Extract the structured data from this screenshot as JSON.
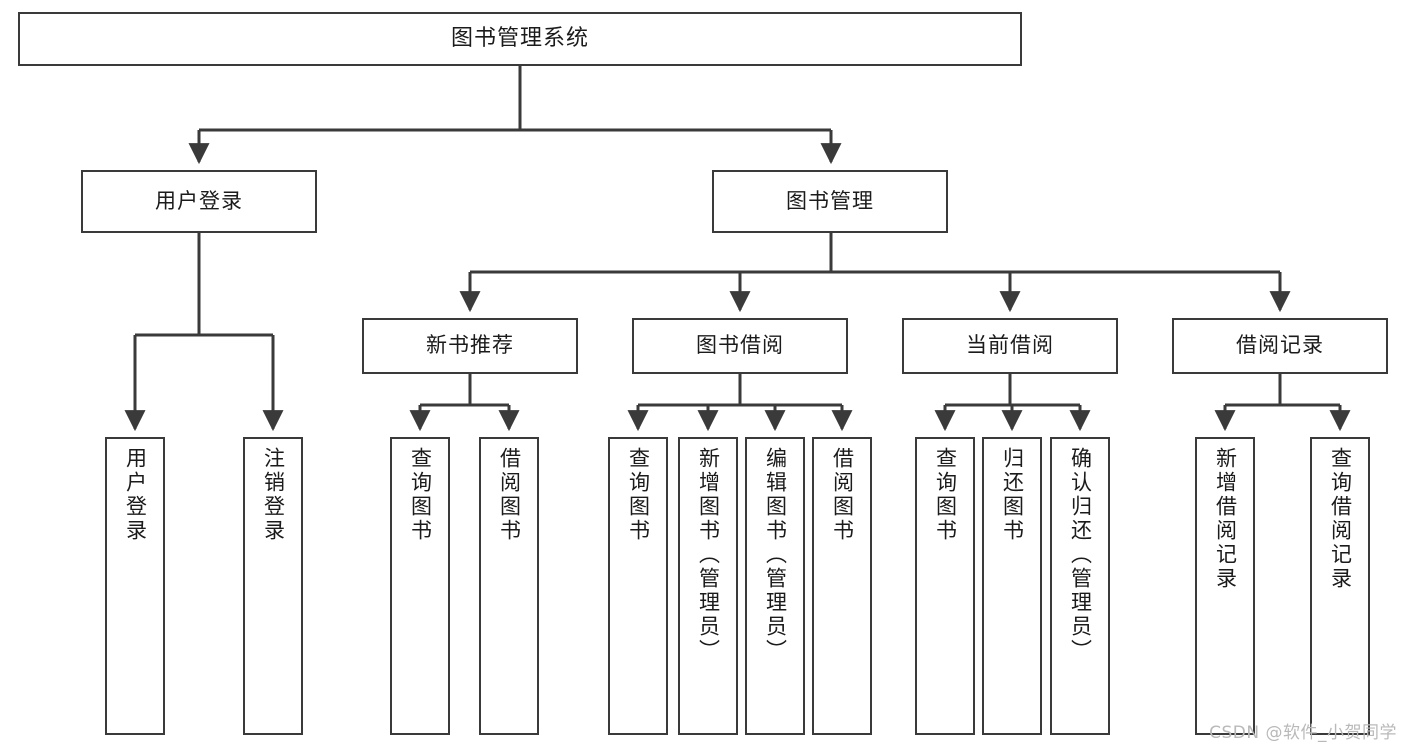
{
  "diagram": {
    "title": "图书管理系统",
    "type": "hierarchy-tree",
    "watermark": "CSDN @软件_小贺同学",
    "colors": {
      "background": "#ffffff",
      "box_border": "#3a3a3a",
      "box_fill": "#ffffff",
      "edge": "#3a3a3a",
      "text": "#1b1b1b",
      "watermark": "#b9b9b9"
    },
    "levels": {
      "root": {
        "label": "图书管理系统"
      },
      "level2": [
        {
          "id": "user-login",
          "label": "用户登录"
        },
        {
          "id": "book-manage",
          "label": "图书管理"
        }
      ],
      "level3": [
        {
          "id": "new-book-recommend",
          "label": "新书推荐"
        },
        {
          "id": "book-borrow",
          "label": "图书借阅"
        },
        {
          "id": "current-borrow",
          "label": "当前借阅"
        },
        {
          "id": "borrow-record",
          "label": "借阅记录"
        }
      ],
      "leaves": {
        "user-login": [
          {
            "id": "leaf-user-login",
            "label": "用户登录"
          },
          {
            "id": "leaf-logout-login",
            "label": "注销登录"
          }
        ],
        "new-book-recommend": [
          {
            "id": "leaf-query-book-1",
            "label": "查询图书"
          },
          {
            "id": "leaf-borrow-book-1",
            "label": "借阅图书"
          }
        ],
        "book-borrow": [
          {
            "id": "leaf-query-book-2",
            "label": "查询图书"
          },
          {
            "id": "leaf-add-book-admin",
            "label": "新增图书（管理员）"
          },
          {
            "id": "leaf-edit-book-admin",
            "label": "编辑图书（管理员）"
          },
          {
            "id": "leaf-borrow-book-2",
            "label": "借阅图书"
          }
        ],
        "current-borrow": [
          {
            "id": "leaf-query-book-3",
            "label": "查询图书"
          },
          {
            "id": "leaf-return-book",
            "label": "归还图书"
          },
          {
            "id": "leaf-confirm-return-admin",
            "label": "确认归还（管理员）"
          }
        ],
        "borrow-record": [
          {
            "id": "leaf-add-borrow-record",
            "label": "新增借阅记录"
          },
          {
            "id": "leaf-query-borrow-record",
            "label": "查询借阅记录"
          }
        ]
      }
    }
  }
}
